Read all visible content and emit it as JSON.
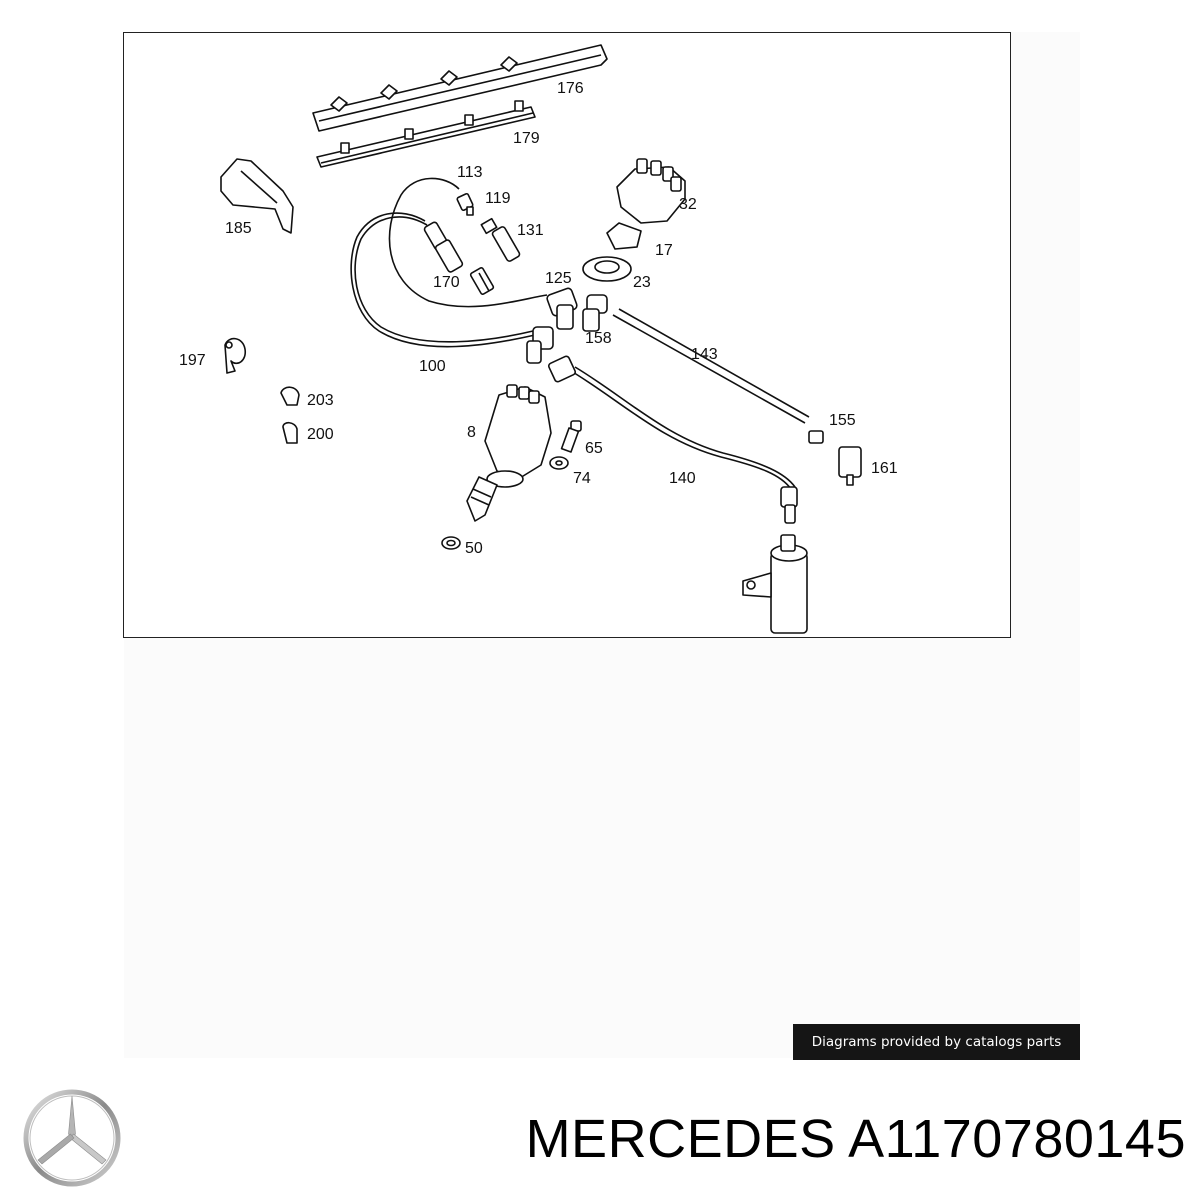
{
  "diagram": {
    "callouts": [
      "176",
      "179",
      "185",
      "113",
      "119",
      "131",
      "32",
      "17",
      "23",
      "125",
      "170",
      "158",
      "143",
      "100",
      "197",
      "203",
      "200",
      "8",
      "65",
      "74",
      "155",
      "161",
      "140",
      "50"
    ]
  },
  "credit": {
    "text": "Diagrams provided by catalogs parts"
  },
  "footer": {
    "brand": "MERCEDES",
    "part_number": "A1170780145"
  },
  "icons": {
    "logo": "mercedes-star-logo"
  }
}
